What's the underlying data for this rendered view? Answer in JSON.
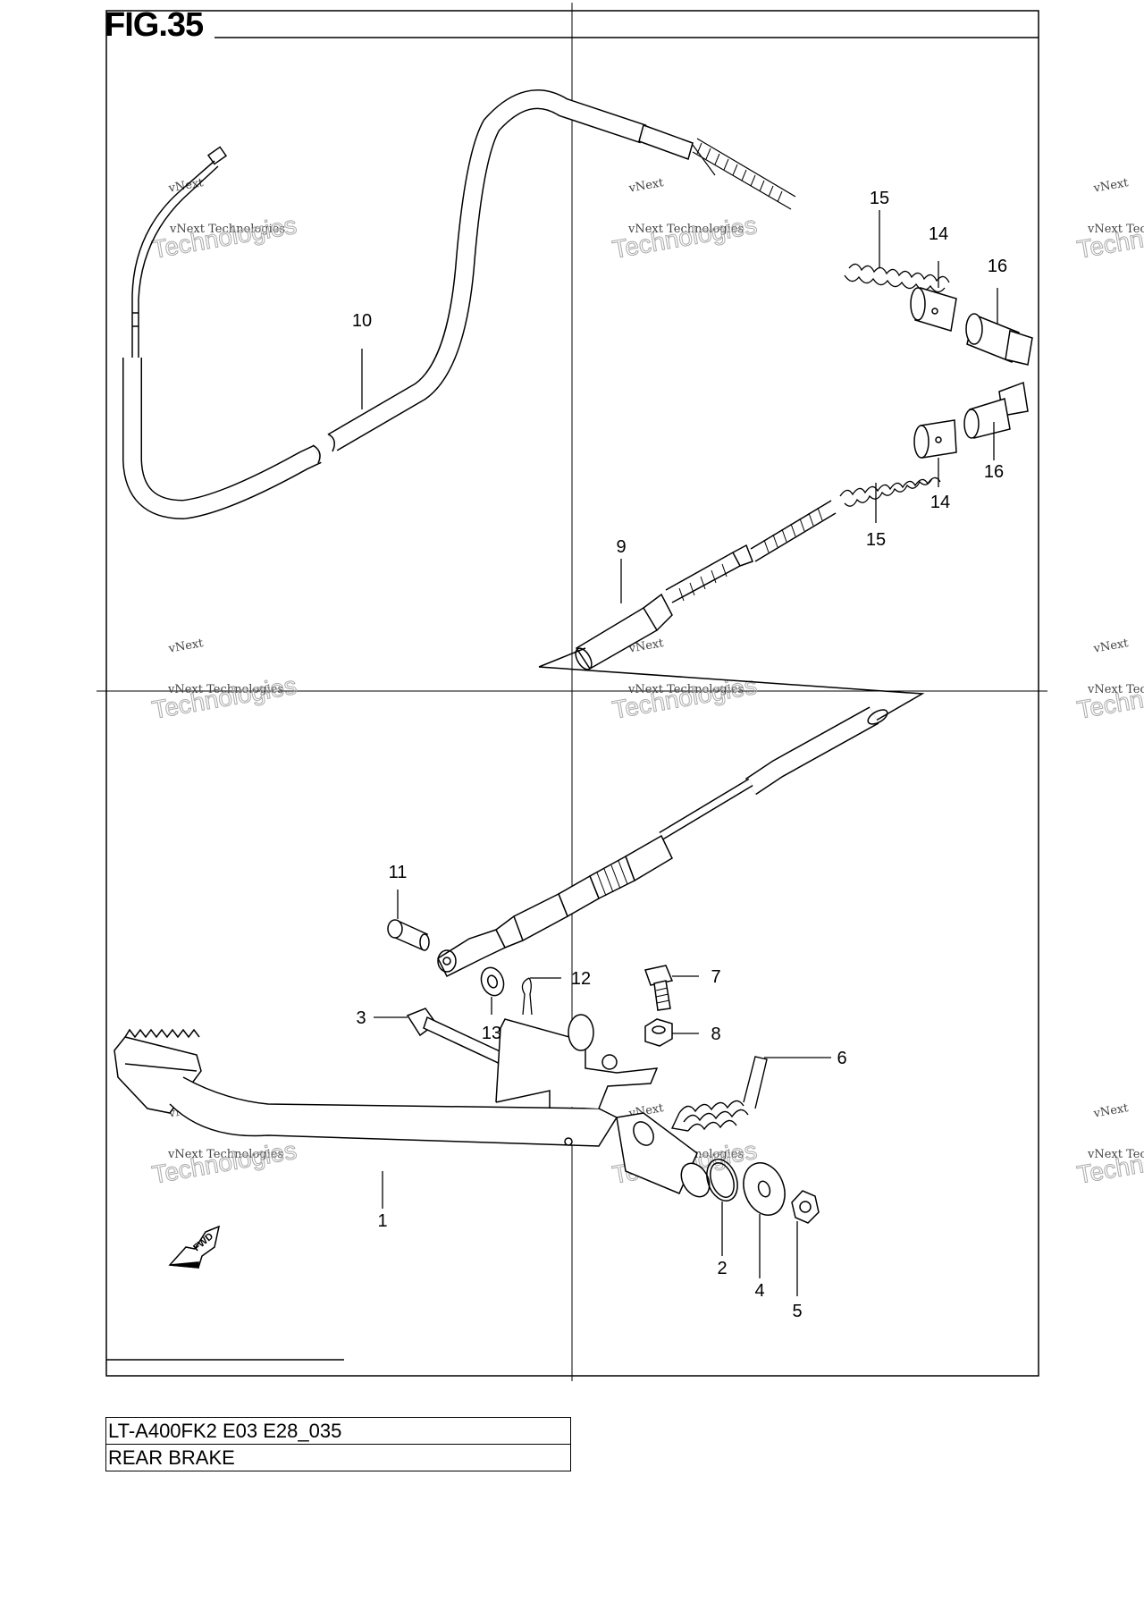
{
  "figure": {
    "title": "FIG.35"
  },
  "callouts": [
    {
      "id": "c1",
      "label": "1"
    },
    {
      "id": "c2",
      "label": "2"
    },
    {
      "id": "c3",
      "label": "3"
    },
    {
      "id": "c4",
      "label": "4"
    },
    {
      "id": "c5",
      "label": "5"
    },
    {
      "id": "c6",
      "label": "6"
    },
    {
      "id": "c7",
      "label": "7"
    },
    {
      "id": "c8",
      "label": "8"
    },
    {
      "id": "c9",
      "label": "9"
    },
    {
      "id": "c10",
      "label": "10"
    },
    {
      "id": "c11",
      "label": "11"
    },
    {
      "id": "c12",
      "label": "12"
    },
    {
      "id": "c13",
      "label": "13"
    },
    {
      "id": "c14a",
      "label": "14"
    },
    {
      "id": "c14b",
      "label": "14"
    },
    {
      "id": "c15a",
      "label": "15"
    },
    {
      "id": "c15b",
      "label": "15"
    },
    {
      "id": "c16a",
      "label": "16"
    },
    {
      "id": "c16b",
      "label": "16"
    }
  ],
  "fwd_arrow": {
    "label": "FWD",
    "icon": "fwd-arrow-icon"
  },
  "watermark": {
    "line1": "vNext Technologies",
    "line2": "vNext",
    "line3": "Technologies"
  },
  "info_table": {
    "model": "LT-A400FK2 E03 E28_035",
    "section": "REAR BRAKE"
  }
}
